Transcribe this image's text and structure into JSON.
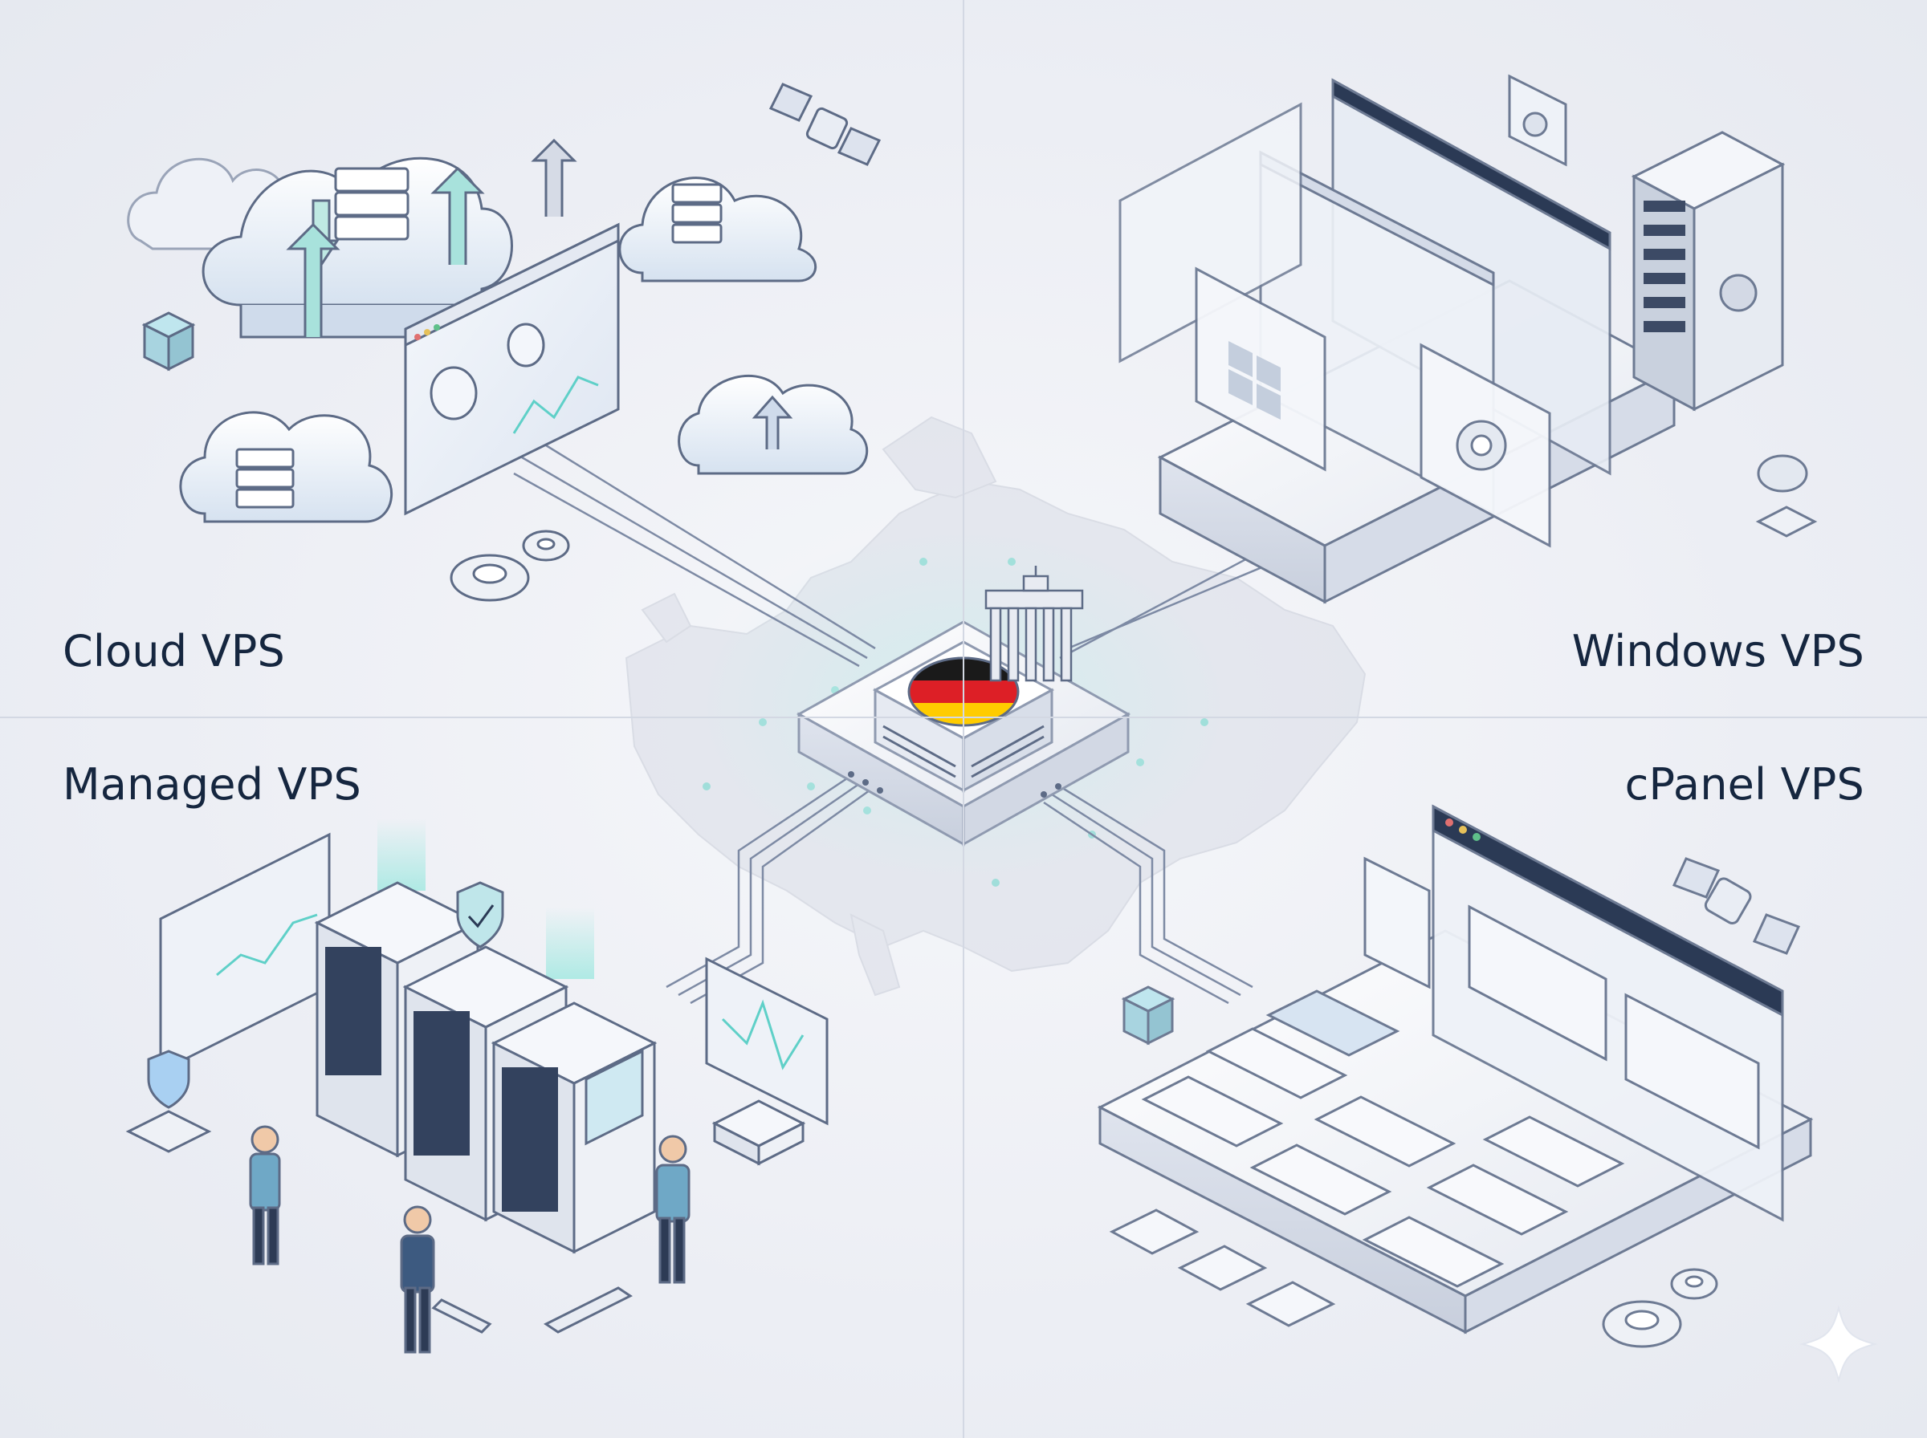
{
  "quadrants": {
    "cloud": {
      "label": "Cloud VPS"
    },
    "windows": {
      "label": "Windows VPS"
    },
    "managed": {
      "label": "Managed VPS"
    },
    "cpanel": {
      "label": "cPanel VPS"
    }
  },
  "center": {
    "flag_icon": "germany-flag-icon",
    "landmark_icon": "brandenburg-gate-icon"
  },
  "colors": {
    "text": "#15263f",
    "accent": "#5fd0c8",
    "outline": "#5d6b86",
    "flag_black": "#1a1a1a",
    "flag_red": "#dd1f26",
    "flag_gold": "#ffcc00"
  }
}
